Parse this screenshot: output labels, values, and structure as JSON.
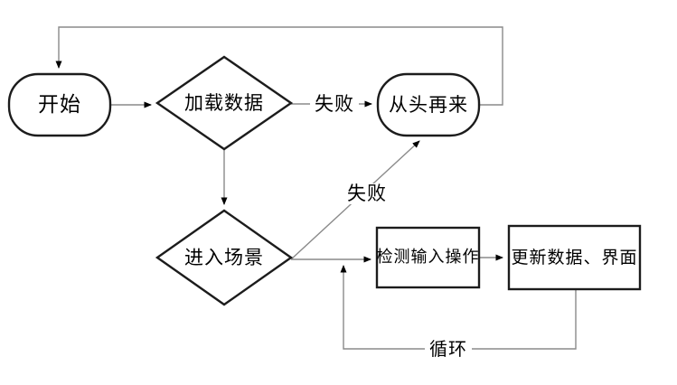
{
  "diagram": {
    "type": "flowchart",
    "background": "#ffffff",
    "nodes": {
      "start": {
        "label": "开始",
        "shape": "terminator"
      },
      "load_data": {
        "label": "加载数据",
        "shape": "decision"
      },
      "restart": {
        "label": "从头再来",
        "shape": "terminator"
      },
      "enter_scene": {
        "label": "进入场景",
        "shape": "decision"
      },
      "detect_input": {
        "label": "检测输入操作",
        "shape": "process"
      },
      "update_ui": {
        "label": "更新数据、界面",
        "shape": "process"
      }
    },
    "edge_labels": {
      "fail_load": "失败",
      "fail_scene": "失败",
      "loop": "循环"
    },
    "edges": [
      {
        "from": "start",
        "to": "load_data",
        "label": ""
      },
      {
        "from": "load_data",
        "to": "restart",
        "label": "失败"
      },
      {
        "from": "load_data",
        "to": "enter_scene",
        "label": ""
      },
      {
        "from": "restart",
        "to": "start",
        "label": ""
      },
      {
        "from": "enter_scene",
        "to": "detect_input",
        "label": ""
      },
      {
        "from": "enter_scene",
        "to": "restart",
        "label": "失败"
      },
      {
        "from": "detect_input",
        "to": "update_ui",
        "label": ""
      },
      {
        "from": "update_ui",
        "to": "detect_input",
        "label": "循环"
      }
    ],
    "colors": {
      "node_border": "#1c1c1c",
      "connector": "#8a8a8a",
      "arrowhead": "#000000",
      "text": "#000000",
      "background": "#ffffff"
    }
  }
}
